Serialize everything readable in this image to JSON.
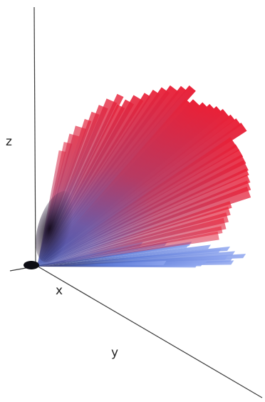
{
  "axes": {
    "x_label": "x",
    "y_label": "y",
    "z_label": "z"
  },
  "colors": {
    "axis": "#3a3a3a",
    "surface_tip": "#e5203a",
    "surface_mid": "#9a3f7a",
    "surface_base": "#4f6fcf",
    "surface_shadow": "#1c1030",
    "background": "#ffffff"
  }
}
